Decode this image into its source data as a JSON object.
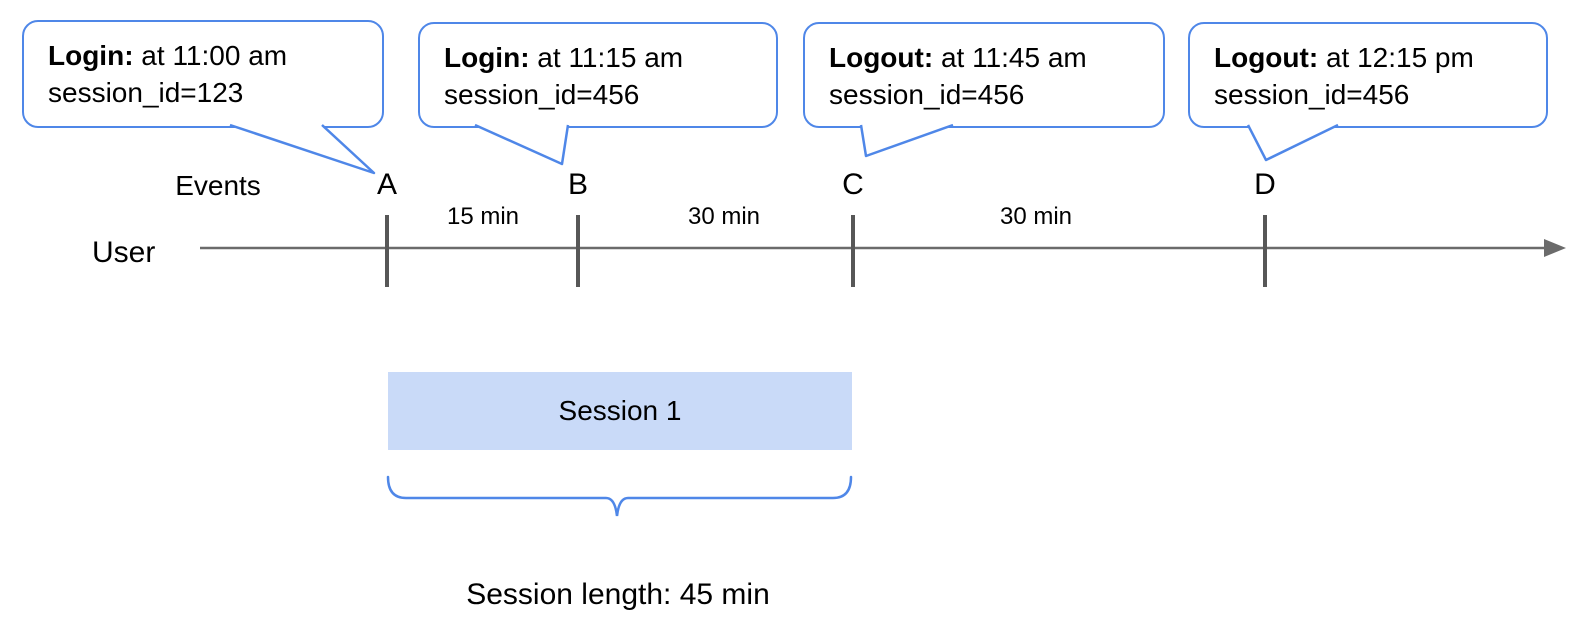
{
  "labels": {
    "events": "Events",
    "user": "User",
    "session_length": "Session length: 45 min"
  },
  "bubbles": [
    {
      "bold": "Login:",
      "rest": " at 11:00 am",
      "line2": "session_id=123"
    },
    {
      "bold": "Login:",
      "rest": " at 11:15 am",
      "line2": "session_id=456"
    },
    {
      "bold": "Logout:",
      "rest": " at 11:45 am",
      "line2": "session_id=456"
    },
    {
      "bold": "Logout:",
      "rest": " at 12:15 pm",
      "line2": "session_id=456"
    }
  ],
  "event_markers": [
    "A",
    "B",
    "C",
    "D"
  ],
  "intervals": [
    "15 min",
    "30 min",
    "30 min"
  ],
  "session": {
    "label": "Session 1"
  },
  "colors": {
    "accent_blue": "#4f87e8",
    "session_fill": "#c9daf8",
    "timeline_gray": "#6b6b6b",
    "tick_gray": "#575757",
    "text_black": "#000000"
  }
}
